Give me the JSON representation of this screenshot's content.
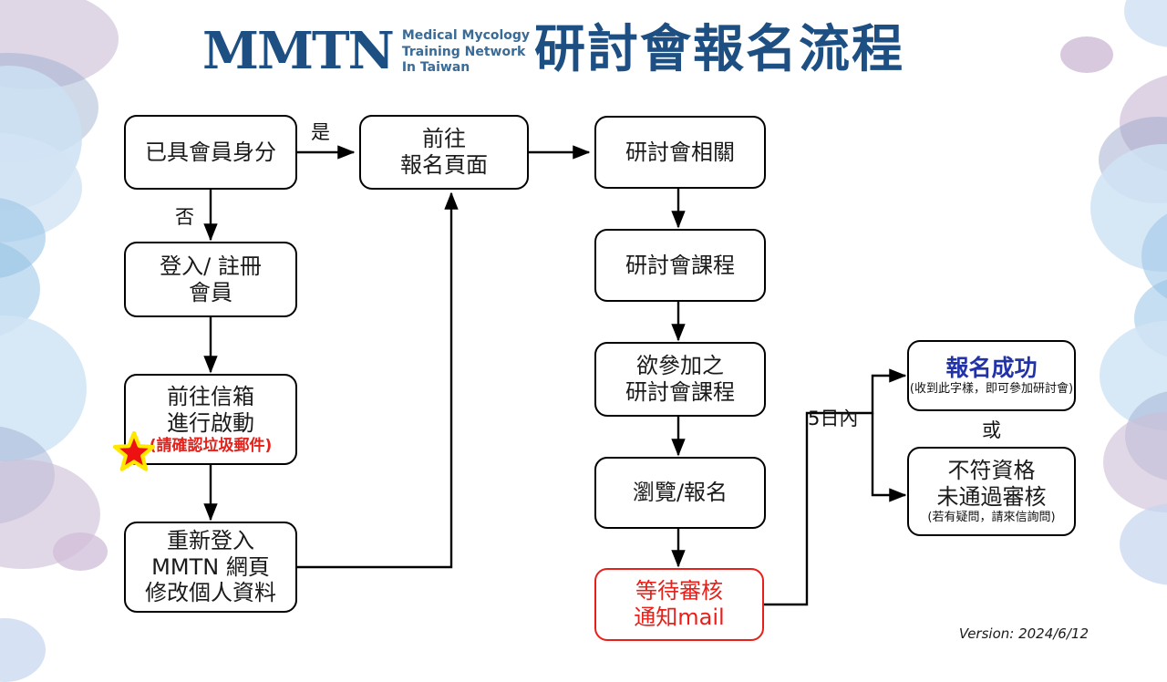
{
  "header": {
    "logo_mark": "MMTN",
    "logo_tagline": [
      "Medical Mycology",
      "Training Network",
      "In Taiwan"
    ],
    "title": "研討會報名流程",
    "brand_color": "#1d4f82",
    "tagline_color": "#3a6a96"
  },
  "flow": {
    "nodes": [
      {
        "id": "member-check",
        "lines": [
          "已具會員身分"
        ]
      },
      {
        "id": "goto-signup",
        "lines": [
          "前往",
          "報名頁面"
        ]
      },
      {
        "id": "seminar-related",
        "lines": [
          "研討會相關"
        ]
      },
      {
        "id": "login-register",
        "lines": [
          "登入/ 註冊",
          "會員"
        ]
      },
      {
        "id": "seminar-course",
        "lines": [
          "研討會課程"
        ]
      },
      {
        "id": "goto-mailbox",
        "lines": [
          "前往信箱",
          "進行啟動"
        ],
        "warn": "(請確認垃圾郵件)",
        "star": true
      },
      {
        "id": "wanted-course",
        "lines": [
          "欲參加之",
          "研討會課程"
        ]
      },
      {
        "id": "signup-success",
        "title": "報名成功",
        "sub": "(收到此字樣，即可參加研討會)",
        "title_color": "#2233aa"
      },
      {
        "id": "relogin",
        "lines": [
          "重新登入",
          "MMTN 網頁",
          "修改個人資料"
        ]
      },
      {
        "id": "browse-signup",
        "lines": [
          "瀏覽/報名"
        ]
      },
      {
        "id": "not-qualified",
        "lines": [
          "不符資格",
          "未通過審核"
        ],
        "sub": "(若有疑問，請來信詢問)"
      },
      {
        "id": "await-review",
        "lines": [
          "等待審核",
          "通知mail"
        ],
        "style": "red"
      }
    ],
    "edge_labels": [
      {
        "id": "yes",
        "text": "是"
      },
      {
        "id": "no",
        "text": "否"
      },
      {
        "id": "within-5",
        "text": "5日內"
      },
      {
        "id": "or",
        "text": "或"
      }
    ],
    "colors": {
      "line": "#000000",
      "alert": "#e8201a",
      "star_fill": "#ee1111",
      "star_glow": "#ffe800"
    }
  },
  "footer": {
    "version": "Version: 2024/6/12"
  }
}
